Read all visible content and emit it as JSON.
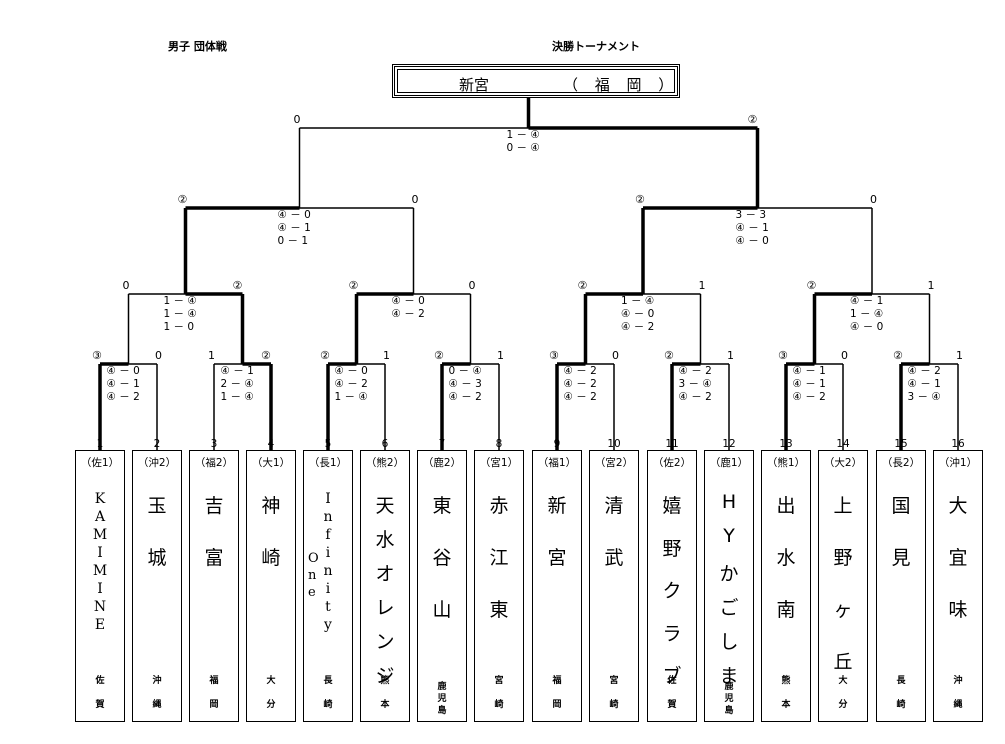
{
  "header": {
    "left": "男子 団体戦",
    "center": "決勝トーナメント"
  },
  "champion": {
    "name": "新宮",
    "prefecture": "（ 福 岡 ）"
  },
  "teams": [
    {
      "no": "1",
      "seed": "（佐1）",
      "name": "KAMIMINE",
      "pref": "佐賀"
    },
    {
      "no": "2",
      "seed": "（沖2）",
      "name": "玉城",
      "pref": "沖縄"
    },
    {
      "no": "3",
      "seed": "（福2）",
      "name": "吉富",
      "pref": "福岡"
    },
    {
      "no": "4",
      "seed": "（大1）",
      "name": "神崎",
      "pref": "大分"
    },
    {
      "no": "5",
      "seed": "（長1）",
      "name": "Infinity",
      "sub": "One",
      "pref": "長崎"
    },
    {
      "no": "6",
      "seed": "（熊2）",
      "name": "天水オレンジ",
      "pref": "熊本"
    },
    {
      "no": "7",
      "seed": "（鹿2）",
      "name": "東谷山",
      "pref": "鹿児島"
    },
    {
      "no": "8",
      "seed": "（宮1）",
      "name": "赤江東",
      "pref": "宮崎"
    },
    {
      "no": "9",
      "seed": "（福1）",
      "name": "新宮",
      "pref": "福岡"
    },
    {
      "no": "10",
      "seed": "（宮2）",
      "name": "清武",
      "pref": "宮崎"
    },
    {
      "no": "11",
      "seed": "（佐2）",
      "name": "嬉野クラブ",
      "pref": "佐賀"
    },
    {
      "no": "12",
      "seed": "（鹿1）",
      "name": "HYかごしま",
      "pref": "鹿児島"
    },
    {
      "no": "13",
      "seed": "（熊1）",
      "name": "出水南",
      "pref": "熊本"
    },
    {
      "no": "14",
      "seed": "（大2）",
      "name": "上野ヶ丘",
      "pref": "大分"
    },
    {
      "no": "15",
      "seed": "（長2）",
      "name": "国見",
      "pref": "長崎"
    },
    {
      "no": "16",
      "seed": "（沖1）",
      "name": "大宜味",
      "pref": "沖縄"
    }
  ],
  "round1": [
    {
      "left": "③",
      "right": "0",
      "scores": [
        "④ － 0",
        "④ － 1",
        "④ － 2"
      ]
    },
    {
      "left": "1",
      "right": "②",
      "scores": [
        "④ － 1",
        "2 － ④",
        "1 － ④"
      ]
    },
    {
      "left": "②",
      "right": "1",
      "scores": [
        "④ － 0",
        "④ － 2",
        "1 － ④"
      ]
    },
    {
      "left": "②",
      "right": "1",
      "scores": [
        "0 － ④",
        "④ － 3",
        "④ － 2"
      ]
    },
    {
      "left": "③",
      "right": "0",
      "scores": [
        "④ － 2",
        "④ － 2",
        "④ － 2"
      ]
    },
    {
      "left": "②",
      "right": "1",
      "scores": [
        "④ － 2",
        "3 － ④",
        "④ － 2"
      ]
    },
    {
      "left": "③",
      "right": "0",
      "scores": [
        "④ － 1",
        "④ － 1",
        "④ － 2"
      ]
    },
    {
      "left": "②",
      "right": "1",
      "scores": [
        "④ － 2",
        "④ － 1",
        "3 － ④"
      ]
    }
  ],
  "round2": [
    {
      "left": "0",
      "right": "②",
      "scores": [
        "1 － ④",
        "1 － ④",
        "1 － 0"
      ]
    },
    {
      "left": "②",
      "right": "0",
      "scores": [
        "④ － 0",
        "④ － 2"
      ]
    },
    {
      "left": "②",
      "right": "1",
      "scores": [
        "1 － ④",
        "④ － 0",
        "④ － 2"
      ]
    },
    {
      "left": "②",
      "right": "1",
      "scores": [
        "④ － 1",
        "1 － ④",
        "④ － 0"
      ]
    }
  ],
  "round3": [
    {
      "left": "②",
      "right": "0",
      "scores": [
        "④ － 0",
        "④ － 1",
        "0 － 1"
      ]
    },
    {
      "left": "②",
      "right": "0",
      "scores": [
        "3 － 3",
        "④ － 1",
        "④ － 0"
      ]
    }
  ],
  "final": {
    "left": "0",
    "right": "②",
    "scores": [
      "1 － ④",
      "0 － ④"
    ]
  }
}
